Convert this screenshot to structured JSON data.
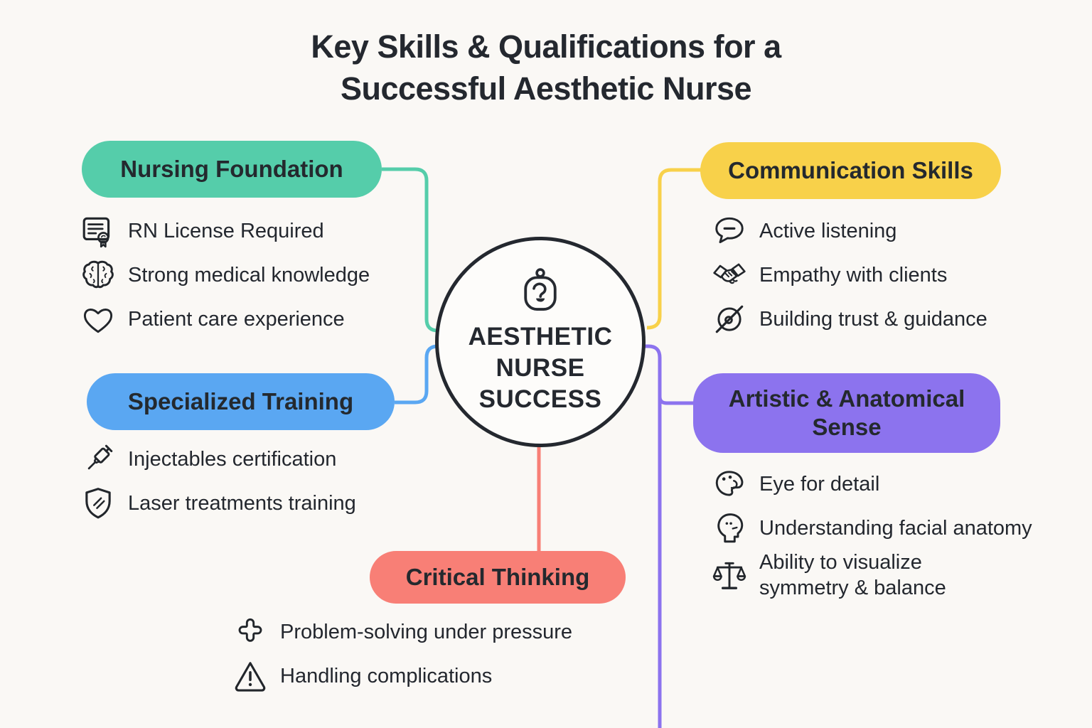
{
  "title": "Key Skills & Qualifications for a\nSuccessful Aesthetic Nurse",
  "center": {
    "label": "AESTHETIC\nNURSE\nSUCCESS",
    "icon": "hand-mirror-icon"
  },
  "colors": {
    "teal": "#55CDAA",
    "blue": "#5AA7F2",
    "yellow": "#F8D14A",
    "purple": "#8C73EE",
    "coral": "#F87F76",
    "ink": "#24282F",
    "background": "#FAF8F5",
    "node_fill": "#FDFCFA"
  },
  "sections": [
    {
      "id": "nursing-foundation",
      "label": "Nursing Foundation",
      "color": "teal",
      "items": [
        {
          "icon": "certificate-icon",
          "label": "RN License Required"
        },
        {
          "icon": "brain-icon",
          "label": "Strong medical knowledge"
        },
        {
          "icon": "heart-icon",
          "label": "Patient care experience"
        }
      ]
    },
    {
      "id": "specialized-training",
      "label": "Specialized Training",
      "color": "blue",
      "items": [
        {
          "icon": "syringe-icon",
          "label": "Injectables certification"
        },
        {
          "icon": "shield-icon",
          "label": "Laser treatments training"
        }
      ]
    },
    {
      "id": "communication-skills",
      "label": "Communication Skills",
      "color": "yellow",
      "items": [
        {
          "icon": "speech-bubble-icon",
          "label": "Active listening"
        },
        {
          "icon": "handshake-icon",
          "label": "Empathy with clients"
        },
        {
          "icon": "compass-icon",
          "label": "Building trust & guidance"
        }
      ]
    },
    {
      "id": "artistic-anatomical-sense",
      "label": "Artistic & Anatomical Sense",
      "color": "purple",
      "items": [
        {
          "icon": "palette-icon",
          "label": "Eye for detail"
        },
        {
          "icon": "head-profile-icon",
          "label": "Understanding facial anatomy"
        },
        {
          "icon": "balance-scale-icon",
          "label": "Ability to visualize symmetry & balance"
        }
      ]
    },
    {
      "id": "critical-thinking",
      "label": "Critical Thinking",
      "color": "coral",
      "items": [
        {
          "icon": "puzzle-icon",
          "label": "Problem-solving under pressure"
        },
        {
          "icon": "warning-icon",
          "label": "Handling complications"
        }
      ]
    }
  ]
}
